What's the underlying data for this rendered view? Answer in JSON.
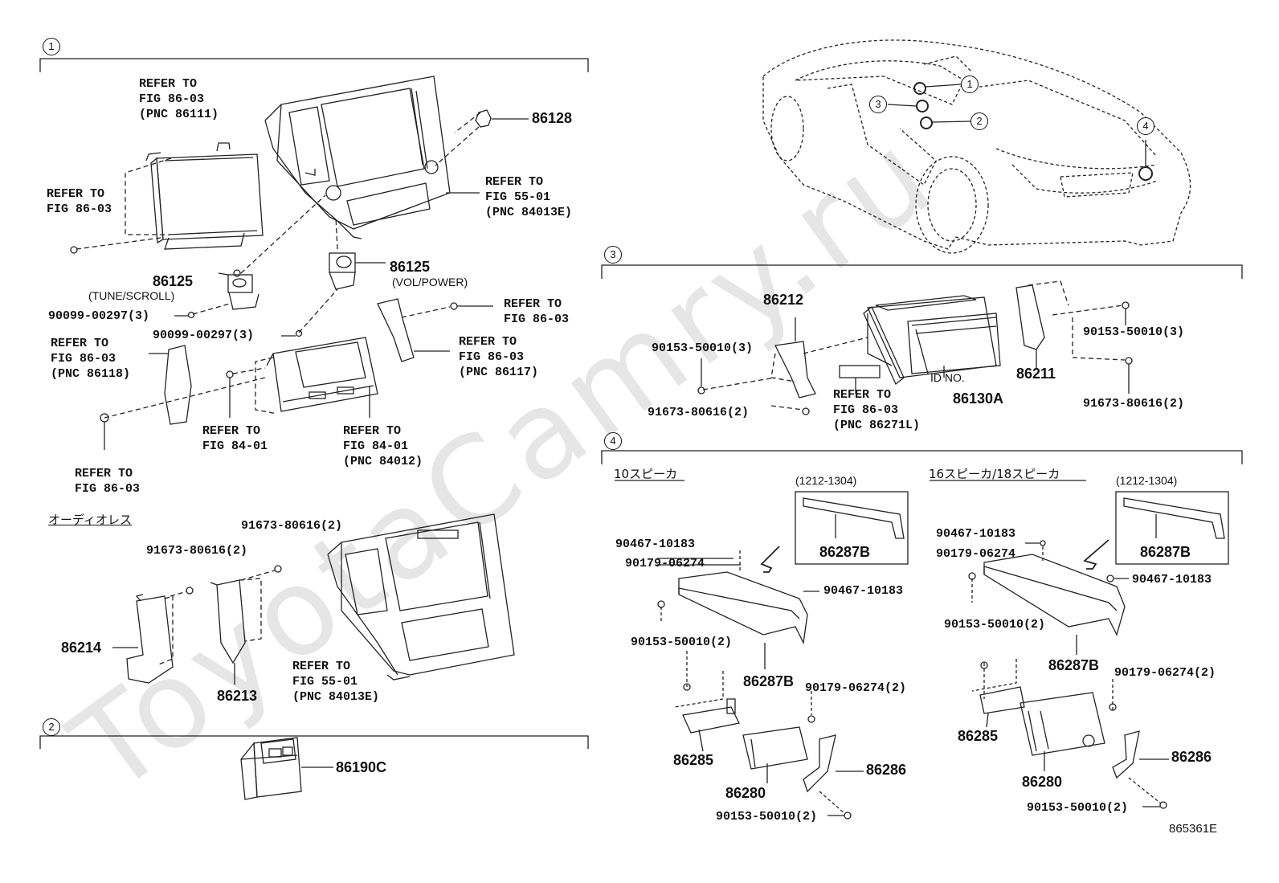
{
  "watermark": "ToyotaCamry.ru",
  "figure_code": "865361E",
  "section_numbers": [
    "1",
    "2",
    "3",
    "4"
  ],
  "callouts": [
    "1",
    "2",
    "3",
    "4"
  ],
  "s1": {
    "refer_86111": "REFER TO\nFIG 86-03\n(PNC 86111)",
    "refer_86_03_left": "REFER TO\nFIG 86-03",
    "p86128": "86128",
    "refer_84013e_top": "REFER TO\nFIG 55-01\n(PNC 84013E)",
    "p86125_tune": "86125",
    "tune_scroll": "(TUNE/SCROLL)",
    "p86125_vol": "86125",
    "vol_power": "(VOL/POWER)",
    "screw_tune": "90099-00297(3)",
    "screw_vol": "90099-00297(3)",
    "refer_86_03_right": "REFER TO\nFIG 86-03",
    "refer_86118": "REFER TO\nFIG 86-03\n(PNC 86118)",
    "refer_86117": "REFER TO\nFIG 86-03\n(PNC 86117)",
    "refer_84_01": "REFER TO\nFIG 84-01",
    "refer_84012": "REFER TO\nFIG 84-01\n(PNC 84012)",
    "refer_86_03_bottom": "REFER TO\nFIG 86-03",
    "audioless": "オーディオレス",
    "bolt_a": "91673-80616(2)",
    "bolt_b": "91673-80616(2)",
    "p86214": "86214",
    "p86213": "86213",
    "refer_84013e_bottom": "REFER TO\nFIG 55-01\n(PNC 84013E)"
  },
  "s2": {
    "p86190c": "86190C"
  },
  "s3": {
    "p86212": "86212",
    "screw_a": "90153-50010(3)",
    "screw_b": "90153-50010(3)",
    "bolt_a": "91673-80616(2)",
    "bolt_b": "91673-80616(2)",
    "refer_86271l": "REFER TO\nFIG 86-03\n(PNC 86271L)",
    "id_no": "ID NO.",
    "p86130a": "86130A",
    "p86211": "86211"
  },
  "s4": {
    "left_title": "10スピーカ",
    "right_title": "16スピーカ/18スピーカ",
    "range_left": "(1212-1304)",
    "range_right": "(1212-1304)",
    "inset_left": "86287B",
    "inset_right": "86287B",
    "l_90467_a": "90467-10183",
    "l_90179_a": "90179-06274",
    "l_90467_b": "90467-10183",
    "l_90153_a": "90153-50010(2)",
    "l_86287b": "86287B",
    "l_90179_b": "90179-06274(2)",
    "l_86285": "86285",
    "l_86286": "86286",
    "l_86280": "86280",
    "l_90153_b": "90153-50010(2)",
    "r_90467_a": "90467-10183",
    "r_90179_a": "90179-06274",
    "r_90467_b": "90467-10183",
    "r_90153_a": "90153-50010(2)",
    "r_86287b": "86287B",
    "r_90179_b": "90179-06274(2)",
    "r_86285": "86285",
    "r_86286": "86286",
    "r_86280": "86280",
    "r_90153_b": "90153-50010(2)"
  }
}
